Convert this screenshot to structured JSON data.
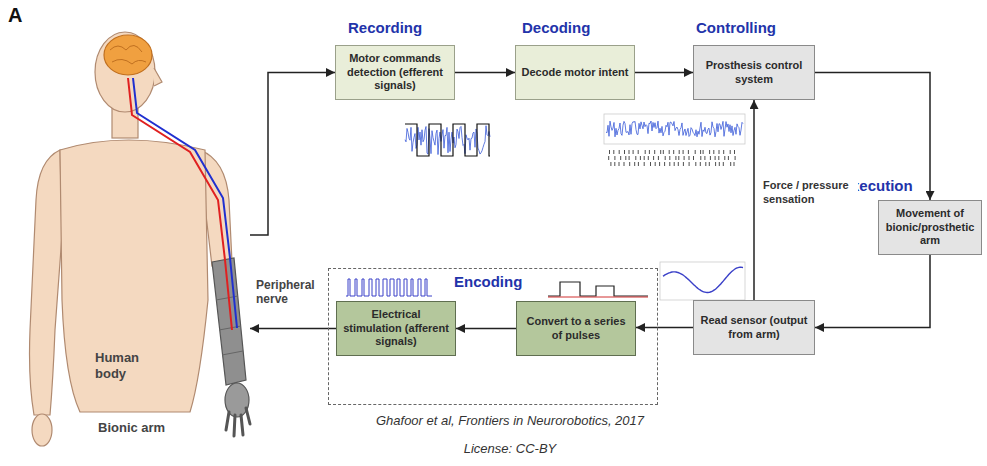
{
  "diagram": {
    "caption": "Ghafoor et al, Frontiers in Neurorobotics, 2017",
    "nodes": [
      {
        "text": [
          "Human body"
        ]
      },
      {
        "text": [
          "Recording",
          "Motor commands detection (efferent signals)"
        ]
      },
      {
        "text": [
          "Decoding",
          "Decode motor intent"
        ]
      },
      {
        "text": [
          "Controlling",
          "Prosthesis control system"
        ]
      },
      {
        "text": [
          "Execution",
          "Movement of bionic/prosthetic arm"
        ]
      },
      {
        "text": [
          "Encoding"
        ]
      },
      {
        "text": [
          "Electrical stimulation (afferent signals)"
        ],
        "in": 5
      },
      {
        "text": [
          "Convert to a series of pulses"
        ],
        "in": 5
      },
      {
        "text": [
          "Read sensor (output from arm)"
        ]
      }
    ],
    "edges": [
      {
        "from": 0,
        "to": 1,
        "arrow": "to"
      },
      {
        "from": 1,
        "to": 2,
        "arrow": "to"
      },
      {
        "from": 2,
        "to": 3,
        "arrow": "to"
      },
      {
        "from": 3,
        "to": 4,
        "arrow": "to"
      },
      {
        "from": 4,
        "to": 8,
        "arrow": "to"
      },
      {
        "from": 8,
        "to": 3,
        "label": "Force / pressure sensation",
        "arrow": "to"
      },
      {
        "from": 8,
        "to": 7,
        "arrow": "to"
      },
      {
        "from": 7,
        "to": 6,
        "arrow": "to"
      },
      {
        "from": 6,
        "to": 0,
        "arrow": "to"
      }
    ],
    "labels": [
      "A",
      "Peripheral nerve",
      "Bionic arm",
      "License: CC-BY"
    ]
  }
}
